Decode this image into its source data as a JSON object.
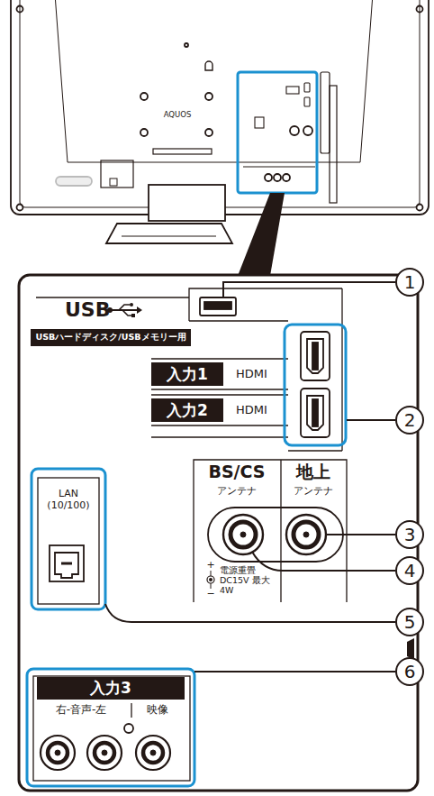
{
  "diagram": {
    "nodes": [
      {
        "text": [
          "USBハードディスク/USBメモリー用"
        ]
      },
      {
        "text": [
          "入力1"
        ]
      },
      {
        "text": [
          "入力2"
        ]
      },
      {
        "text": [
          "入力3"
        ]
      },
      {
        "text": [
          "1"
        ]
      },
      {
        "text": [
          "2"
        ]
      },
      {
        "text": [
          "3"
        ]
      },
      {
        "text": [
          "4"
        ]
      },
      {
        "text": [
          "5"
        ]
      },
      {
        "text": [
          "6"
        ]
      }
    ],
    "labels": [
      "AQUOS",
      "USB",
      "HDMI",
      "HDMI",
      "BS/CS",
      "アンテナ",
      "地上",
      "アンテナ",
      "+",
      "−",
      "電源重畳 DC15V 最大4W",
      "LAN (10/100)",
      "右-音声-左",
      "映像"
    ]
  }
}
